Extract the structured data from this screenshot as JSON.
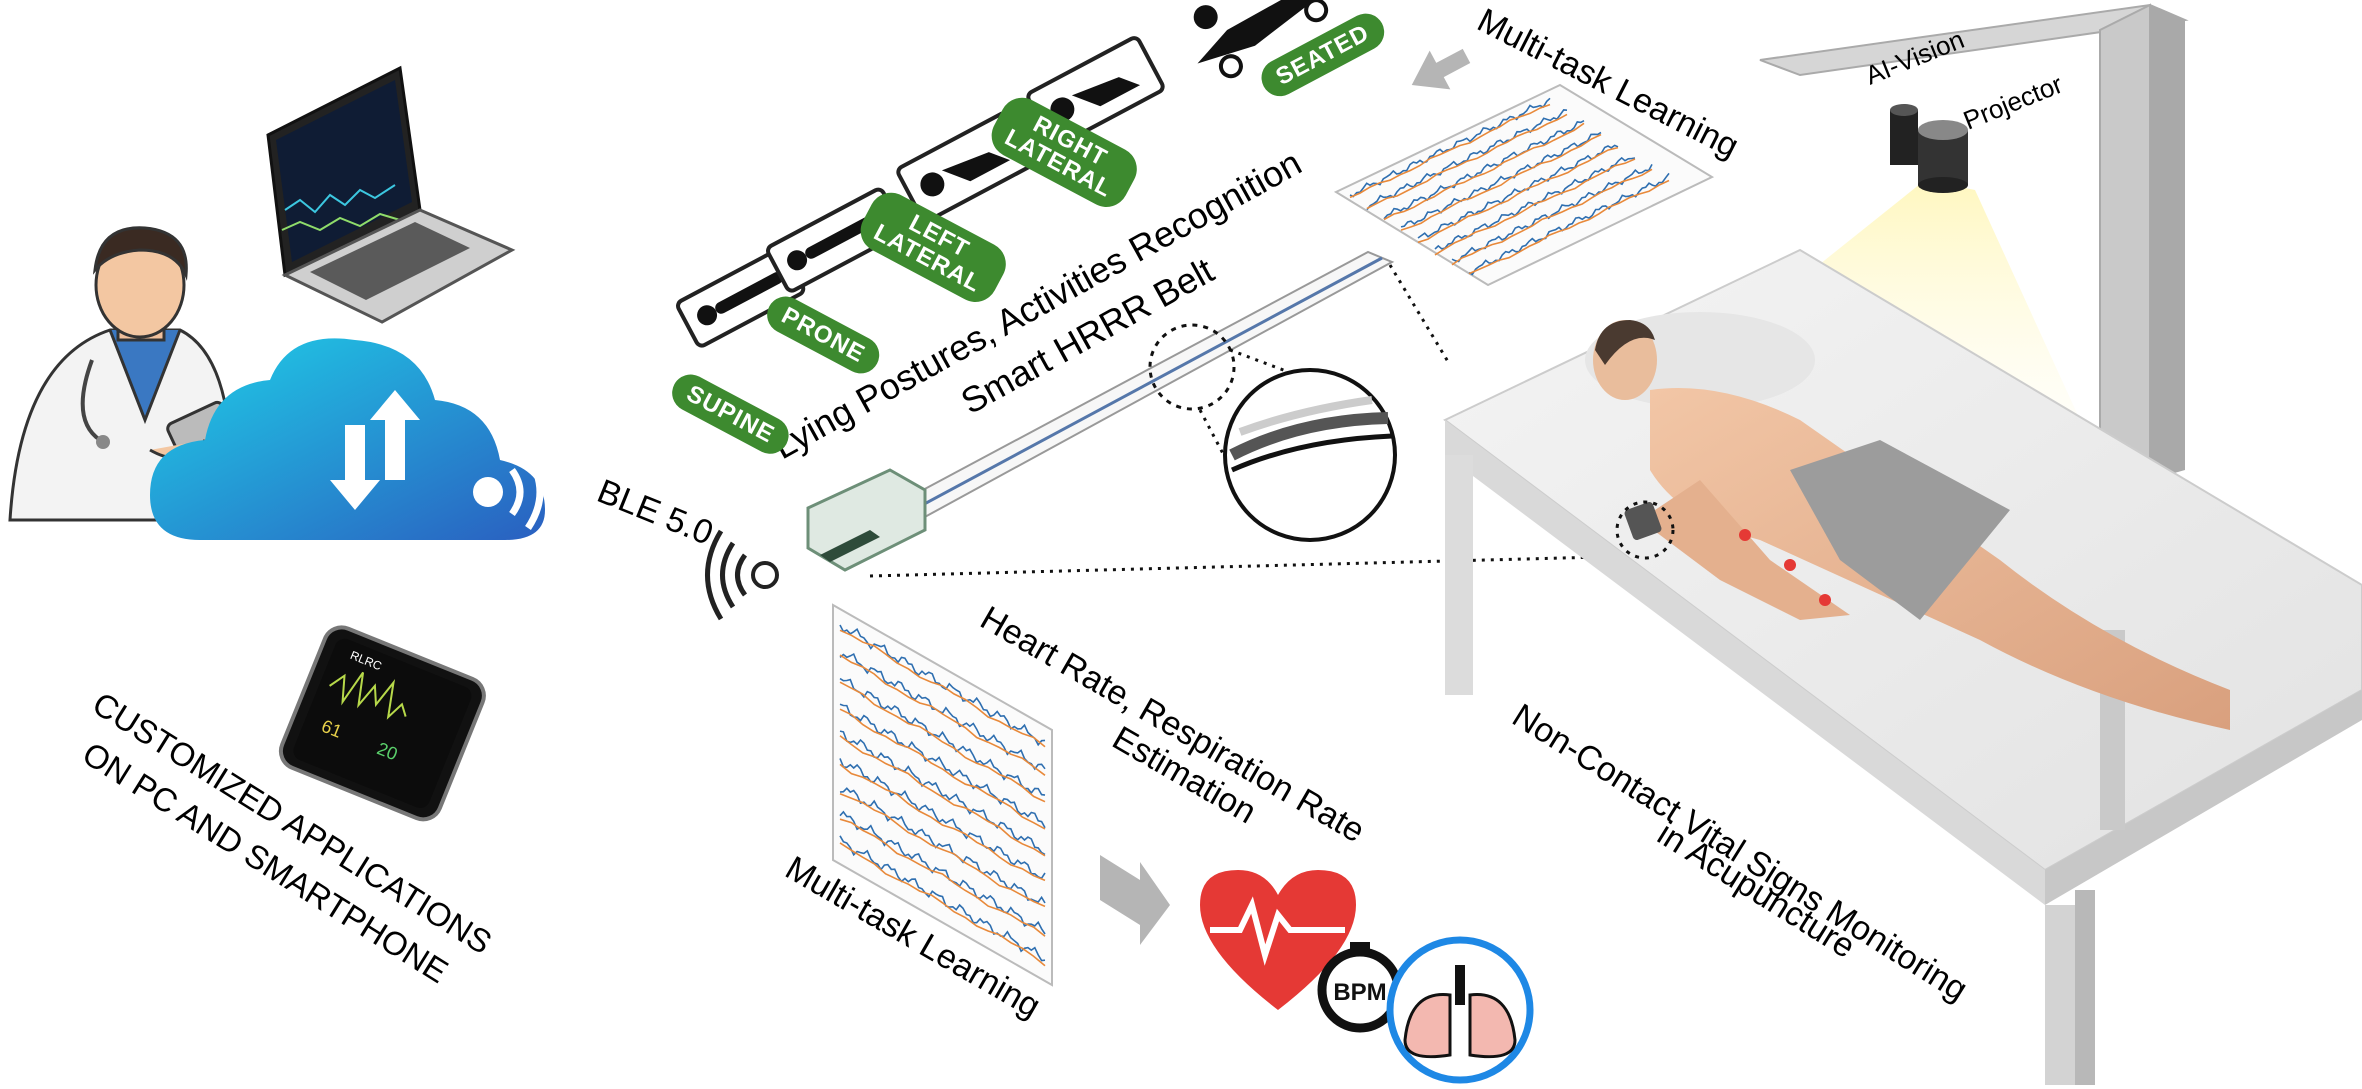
{
  "labels": {
    "ble": "BLE 5.0",
    "applications_line1": "CUSTOMIZED APPLICATIONS",
    "applications_line2": "ON PC AND SMARTPHONE",
    "lying_postures": "Lying Postures, Activities Recognition",
    "smart_belt": "Smart HRRR Belt",
    "multitask_top": "Multi-task Learning",
    "multitask_bottom": "Multi-task Learning",
    "hr_rr_line1": "Heart Rate, Respiration Rate",
    "hr_rr_line2": "Estimation",
    "ai_vision": "AI-Vision",
    "projector": "Projector",
    "noncontact_line1": "Non-Contact Vital Signs Monitoring",
    "noncontact_line2": "in Acupuncture",
    "bpm": "BPM"
  },
  "postures": [
    {
      "line1": "SUPINE",
      "line2": ""
    },
    {
      "line1": "PRONE",
      "line2": ""
    },
    {
      "line1": "LEFT",
      "line2": "LATERAL"
    },
    {
      "line1": "RIGHT",
      "line2": "LATERAL"
    },
    {
      "line1": "SEATED",
      "line2": ""
    }
  ],
  "phone_screen": {
    "app_name": "RLRC",
    "hr_value": "61",
    "rr_value": "20"
  },
  "colors": {
    "posture_green": "#3d8a2f",
    "cloud_top": "#1fd0e8",
    "cloud_bottom": "#2a6fc9",
    "heart_red": "#e53935",
    "lung_ring": "#1e88e5",
    "signal_blue": "#2f6fb0",
    "signal_orange": "#e8893a"
  },
  "icons": [
    "doctor-icon",
    "laptop-icon",
    "cloud-icon",
    "upload-arrow-icon",
    "download-arrow-icon",
    "wireless-icon",
    "smartphone-icon",
    "heart-icon",
    "stopwatch-icon",
    "lungs-icon",
    "projector-icon",
    "camera-icon",
    "person-lying-icon"
  ]
}
